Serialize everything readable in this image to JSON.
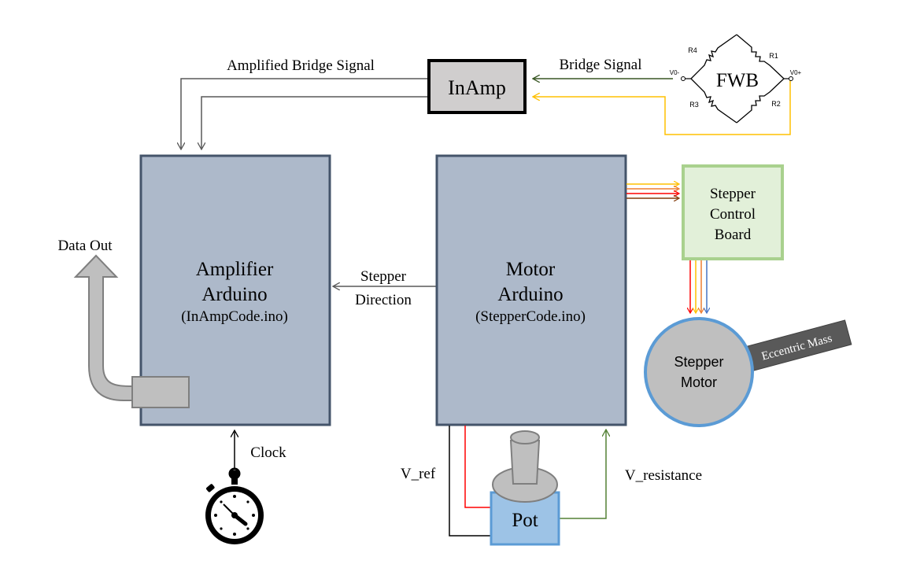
{
  "blocks": {
    "inamp": "InAmp",
    "amp_arduino": {
      "title1": "Amplifier",
      "title2": "Arduino",
      "file": "(InAmpCode.ino)"
    },
    "motor_arduino": {
      "title1": "Motor",
      "title2": "Arduino",
      "file": "(StepperCode.ino)"
    },
    "stepper_board": {
      "line1": "Stepper",
      "line2": "Control",
      "line3": "Board"
    },
    "stepper_motor": {
      "line1": "Stepper",
      "line2": "Motor"
    },
    "eccentric_mass": "Eccentric Mass",
    "pot": "Pot"
  },
  "bridge": {
    "label": "FWB",
    "resistors": [
      "R4",
      "R1",
      "R3",
      "R2"
    ],
    "node_left": "V0-",
    "node_right": "V0+"
  },
  "signals": {
    "amplified": "Amplified Bridge Signal",
    "bridge": "Bridge Signal",
    "stepper_dir1": "Stepper",
    "stepper_dir2": "Direction",
    "data_out": "Data Out",
    "clock": "Clock",
    "v_ref": "V_ref",
    "v_resistance": "V_resistance"
  },
  "colors": {
    "arduino_fill": "#adb9ca",
    "arduino_stroke": "#44546a",
    "inamp_fill": "#d0cece",
    "board_fill": "#e2f0d9",
    "board_stroke": "#a9d18e",
    "motor_fill": "#bfbfbf",
    "motor_stroke": "#5b9bd5",
    "pot_fill": "#9dc3e6",
    "bridge_wire_dark_green": "#385723",
    "bridge_wire_yellow": "#ffc000",
    "v_resistance_wire": "#538135",
    "v_ref_wire": "#ff0000"
  }
}
